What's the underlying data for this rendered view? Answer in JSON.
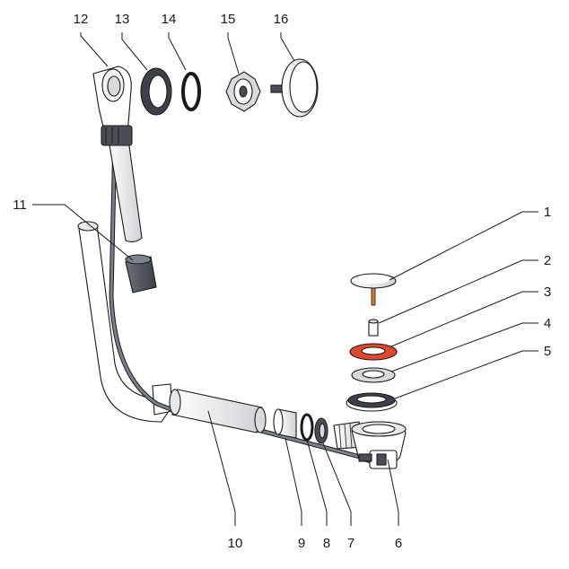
{
  "figure": {
    "type": "exploded-parts-diagram",
    "colors": {
      "outline": "#1a1a1a",
      "part_fill": "#ffffff",
      "part_shade": "#d9dadc",
      "dark_part": "#4a4e54",
      "hose": "#7a8088",
      "seal_red": "#e0472b"
    },
    "callouts": [
      {
        "id": "c1",
        "number": "1"
      },
      {
        "id": "c2",
        "number": "2"
      },
      {
        "id": "c3",
        "number": "3"
      },
      {
        "id": "c4",
        "number": "4"
      },
      {
        "id": "c5",
        "number": "5"
      },
      {
        "id": "c6",
        "number": "6"
      },
      {
        "id": "c7",
        "number": "7"
      },
      {
        "id": "c8",
        "number": "8"
      },
      {
        "id": "c9",
        "number": "9"
      },
      {
        "id": "c10",
        "number": "10"
      },
      {
        "id": "c11",
        "number": "11"
      },
      {
        "id": "c12",
        "number": "12"
      },
      {
        "id": "c13",
        "number": "13"
      },
      {
        "id": "c14",
        "number": "14"
      },
      {
        "id": "c15",
        "number": "15"
      },
      {
        "id": "c16",
        "number": "16"
      }
    ]
  }
}
